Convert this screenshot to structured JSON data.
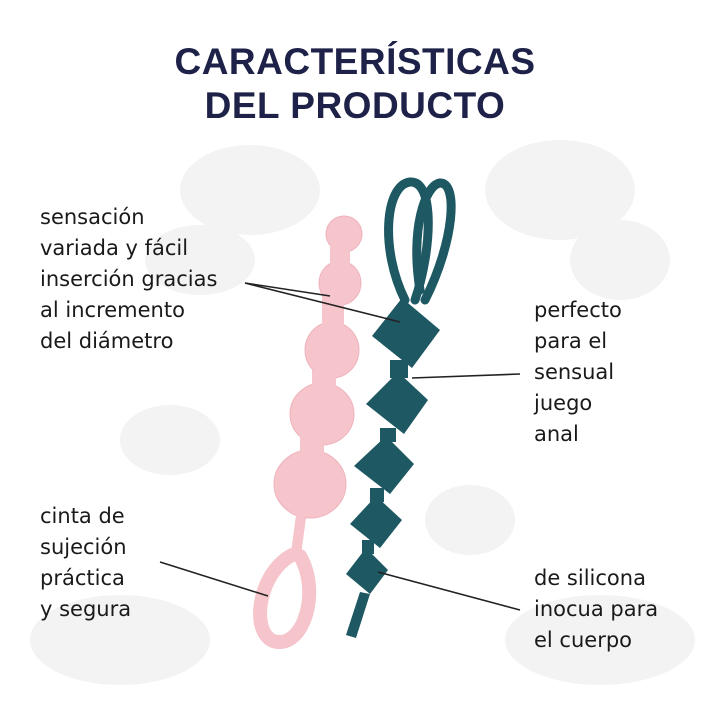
{
  "title": {
    "line1": "CARACTERÍSTICAS",
    "line2": "DEL PRODUCTO"
  },
  "features": {
    "variation": {
      "lines": [
        "sensación",
        "variada y fácil",
        "inserción gracias",
        "al incremento",
        "del diámetro"
      ]
    },
    "perfect": {
      "lines": [
        "perfecto",
        "para el",
        "sensual",
        "juego",
        "anal"
      ]
    },
    "strap": {
      "lines": [
        "cinta de",
        "sujeción",
        "práctica",
        "y segura"
      ]
    },
    "silicone": {
      "lines": [
        "de silicona",
        "inocua para",
        "el cuerpo"
      ]
    }
  },
  "colors": {
    "title": "#1e2148",
    "pink_product": "#f6c4cb",
    "teal_product": "#1e5862",
    "leader_line": "#222222"
  },
  "icons": {
    "pink_beads": "pink-anal-beads",
    "teal_beads": "teal-anal-beads",
    "background": "faint-floral-watermark"
  }
}
